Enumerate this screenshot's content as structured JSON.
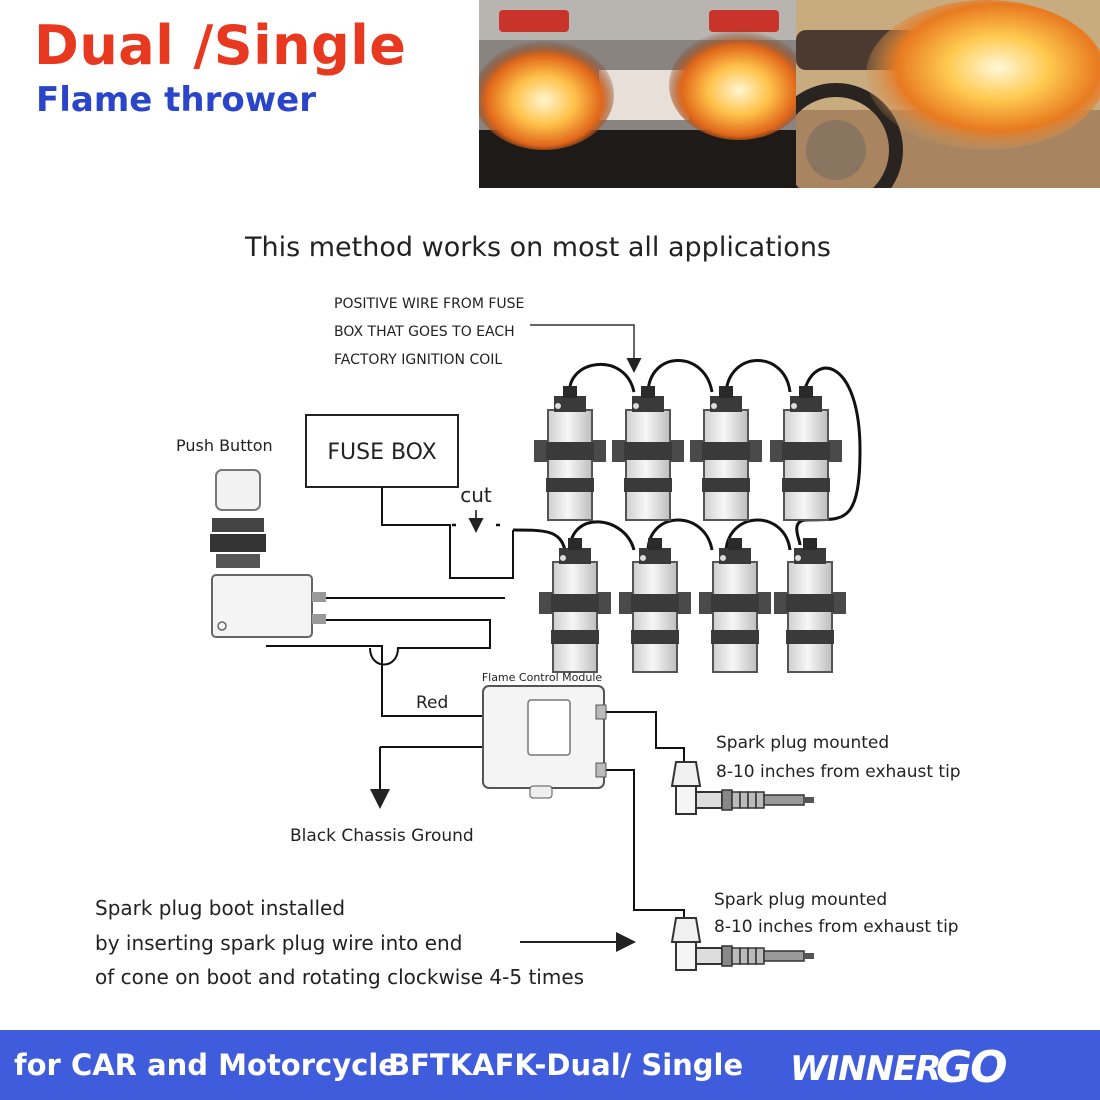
{
  "header": {
    "title": "Dual /Single",
    "subtitle": "Flame thrower"
  },
  "diagram": {
    "heading": "This method works on most all applications",
    "fuse_note": [
      "POSITIVE WIRE FROM FUSE",
      "BOX THAT GOES TO EACH",
      "FACTORY IGNITION COIL"
    ],
    "push_button": "Push Button",
    "fuse_box": "FUSE  BOX",
    "cut": "cut",
    "module": "Flame Control Module",
    "red": "Red",
    "ground": "Black Chassis Ground",
    "spark_top": [
      "Spark plug mounted",
      "8-10 inches from exhaust tip"
    ],
    "spark_bottom": [
      "Spark plug mounted",
      "8-10 inches from exhaust tip"
    ],
    "boot_note": [
      "Spark plug boot installed",
      "by inserting spark plug wire into end",
      "of cone on boot and rotating clockwise 4-5 times"
    ]
  },
  "footer": {
    "left": "for CAR and Motorcycle",
    "model": "BFTKAFK-Dual/ Single",
    "logo": "WINNERGO"
  },
  "colors": {
    "title": "#e8381f",
    "subtitle": "#2a45c9",
    "footer_bg": "#3e5cdb"
  }
}
